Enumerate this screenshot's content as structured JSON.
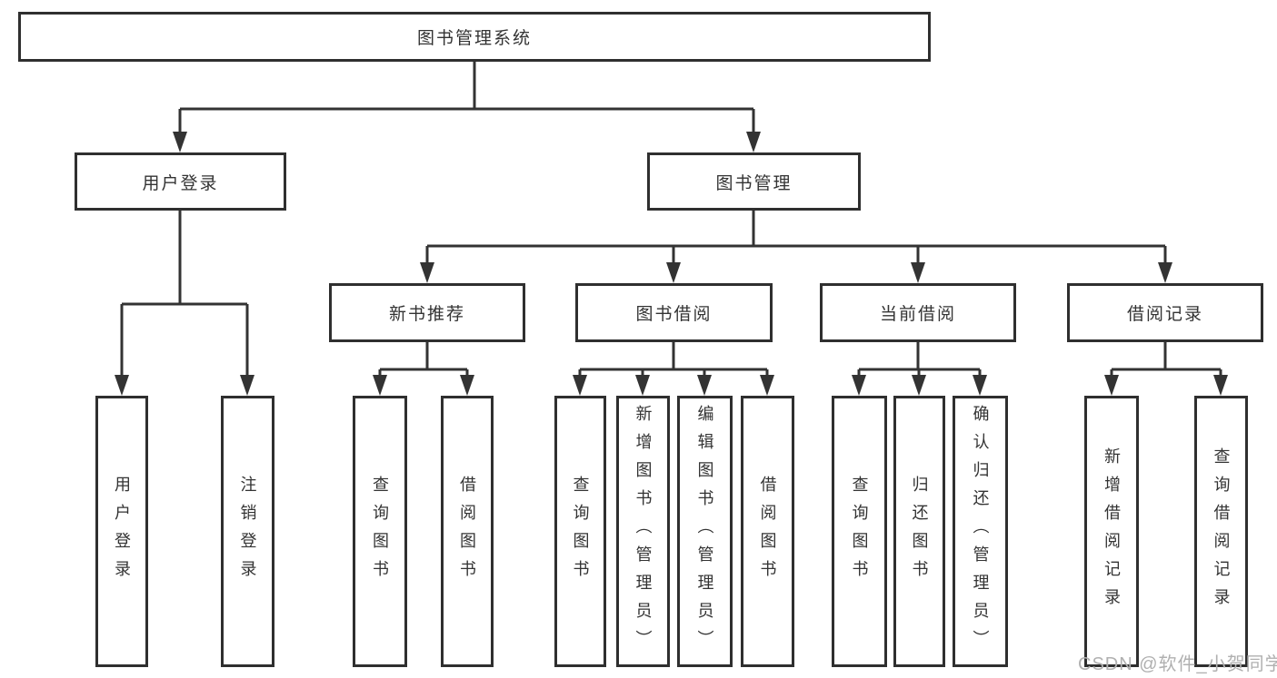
{
  "diagram": {
    "type": "hierarchy-tree",
    "root": "图书管理系统",
    "user_login": {
      "label": "用户登录",
      "children": [
        "用户登录",
        "注销登录"
      ]
    },
    "book_mgmt": {
      "label": "图书管理",
      "children": [
        {
          "label": "新书推荐",
          "children": [
            "查询图书",
            "借阅图书"
          ]
        },
        {
          "label": "图书借阅",
          "children": [
            "查询图书",
            "新增图书（管理员）",
            "编辑图书（管理员）",
            "借阅图书"
          ]
        },
        {
          "label": "当前借阅",
          "children": [
            "查询图书",
            "归还图书",
            "确认归还（管理员）"
          ]
        },
        {
          "label": "借阅记录",
          "children": [
            "新增借阅记录",
            "查询借阅记录"
          ]
        }
      ]
    }
  },
  "watermark": "CSDN @软件_小贺同学",
  "colors": {
    "line": "#333333",
    "box_border": "#2f2f2f",
    "box_fill": "#ffffff",
    "text": "#333333",
    "watermark": "#b0b0b0",
    "background": "#ffffff"
  }
}
